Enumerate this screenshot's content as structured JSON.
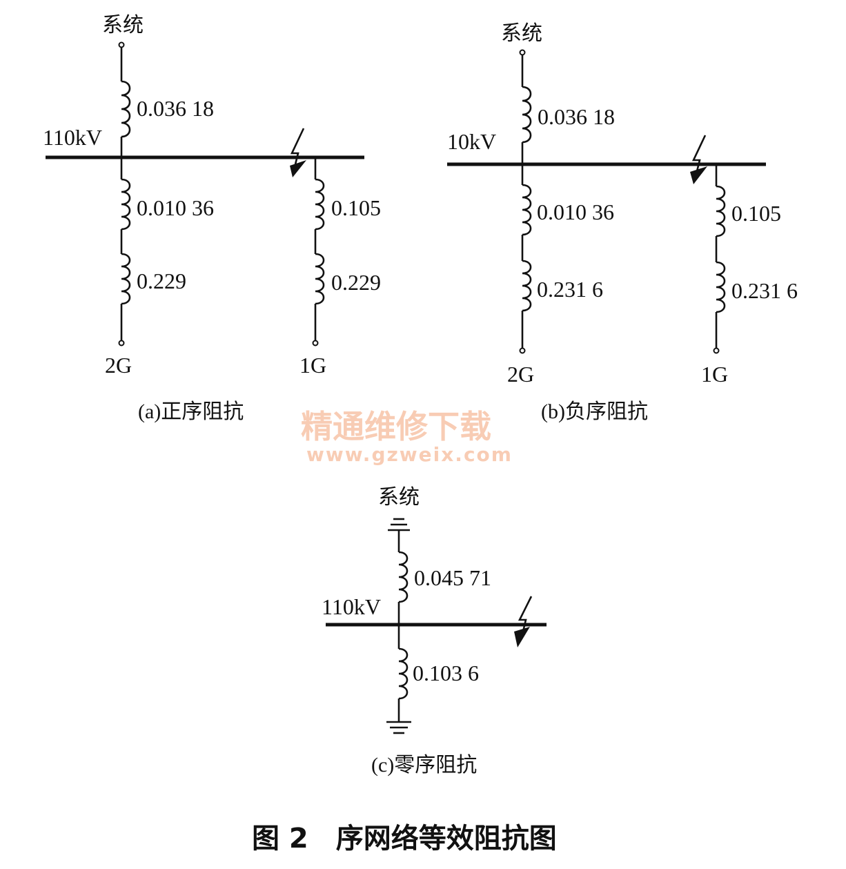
{
  "diagrams": {
    "a": {
      "caption": "(a)正序阻抗",
      "source_label": "系统",
      "bus_label": "110kV",
      "upper_impedance": "0.036 18",
      "left_branch": {
        "imp1": "0.010 36",
        "imp2": "0.229",
        "terminal": "2G"
      },
      "right_branch": {
        "imp1": "0.105",
        "imp2": "0.229",
        "terminal": "1G"
      }
    },
    "b": {
      "caption": "(b)负序阻抗",
      "source_label": "系统",
      "bus_label": "10kV",
      "upper_impedance": "0.036 18",
      "left_branch": {
        "imp1": "0.010 36",
        "imp2": "0.231 6",
        "terminal": "2G"
      },
      "right_branch": {
        "imp1": "0.105",
        "imp2": "0.231 6",
        "terminal": "1G"
      }
    },
    "c": {
      "caption": "(c)零序阻抗",
      "source_label": "系统",
      "bus_label": "110kV",
      "upper_impedance": "0.045 71",
      "lower_impedance": "0.103 6"
    }
  },
  "figure_title": "图 2　序网络等效阻抗图",
  "watermark": {
    "line1": "精通维修下载",
    "line2": "www.gzweix.com"
  }
}
